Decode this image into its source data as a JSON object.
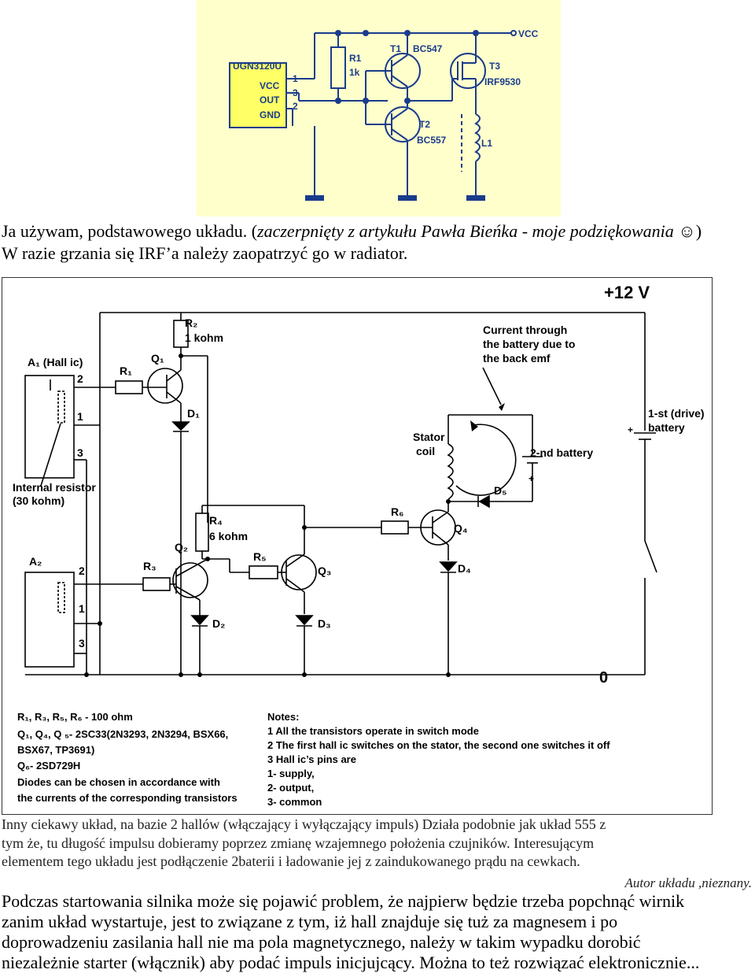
{
  "figure1": {
    "ic_name": "UGN3120U",
    "ic_pins": [
      "VCC",
      "OUT",
      "GND"
    ],
    "pin_numbers": [
      "1",
      "3",
      "2"
    ],
    "r1": "R1",
    "r1_value": "1k",
    "t1": "T1",
    "t1_model": "BC547",
    "t2": "T2",
    "t2_model": "BC557",
    "t3": "T3",
    "t3_model": "IRF9530",
    "l1": "L1",
    "vcc": "VCC"
  },
  "caption1": {
    "line1_a": "Ja używam, podstawowego układu. (",
    "line1_italic": "zaczerpnięty z artykułu Pawła Bieńka - moje podziękowania ☺",
    "line1_b": ")",
    "line2": "W razie grzania się IRF’a należy zaopatrzyć go w radiator."
  },
  "figure2": {
    "supply": "+12 V",
    "ground": "0",
    "current_note": [
      "Current through",
      "the battery due to",
      "the back emf"
    ],
    "a1": "A₁ (Hall ic)",
    "a2": "A₂",
    "pin2": "2",
    "pin1": "1",
    "pin3": "3",
    "internal_resistor": [
      "Internal resistor",
      "(30 kohm)"
    ],
    "r1": "R₁",
    "r2": "R₂",
    "r2_value": "1 kohm",
    "r3": "R₃",
    "r4": "R₄",
    "r4_value": "6 kohm",
    "r5": "R₅",
    "r6": "R₆",
    "q1": "Q₁",
    "q2": "Q₂",
    "q3": "Q₃",
    "q4": "Q₄",
    "d1": "D₁",
    "d2": "D₂",
    "d3": "D₃",
    "d4": "D₄",
    "d5": "D₅",
    "stator_coil": [
      "Stator",
      "coil"
    ],
    "second_battery": "2-nd battery",
    "first_battery": [
      "1-st (drive)",
      "battery"
    ],
    "parts_list": [
      "R₁, R₃, R₅, R₆ - 100 ohm",
      "Q₁, Q₄, Q ₅- 2SC33(2N3293, 2N3294, BSX66,",
      "BSX67, TP3691)",
      "Q₆- 2SD729H",
      "Diodes can be chosen in accordance with",
      "the currents of the corresponding transistors"
    ],
    "notes": [
      "Notes:",
      "1 All the transistors operate in switch mode",
      "2 The first hall ic switches on the stator, the second one switches it off",
      "3 Hall ic’s pins are",
      "   1- supply,",
      "   2- output,",
      "   3- common"
    ]
  },
  "paragraph2": [
    "Inny ciekawy układ, na bazie 2 hallów (włączający i wyłączający impuls) Działa podobnie jak układ 555 z",
    "tym że, tu długość impulsu dobieramy poprzez zmianę wzajemnego położenia  czujników. Interesującym",
    "elementem tego układu jest podłączenie 2baterii i ładowanie jej z zaindukowanego prądu na cewkach."
  ],
  "author": "Autor układu ,nieznany.",
  "paragraph3": [
    "Podczas startowania silnika może się pojawić problem, że najpierw będzie trzeba popchnąć wirnik",
    "zanim układ wystartuje, jest to związane z tym, iż hall znajduje się tuż za magnesem i po",
    "doprowadzeniu zasilania hall nie ma pola magnetycznego, należy w takim wypadku dorobić",
    "niezależnie starter (włącznik) aby podać impuls inicjujcący. Można to też rozwiązać elektronicznie..."
  ]
}
